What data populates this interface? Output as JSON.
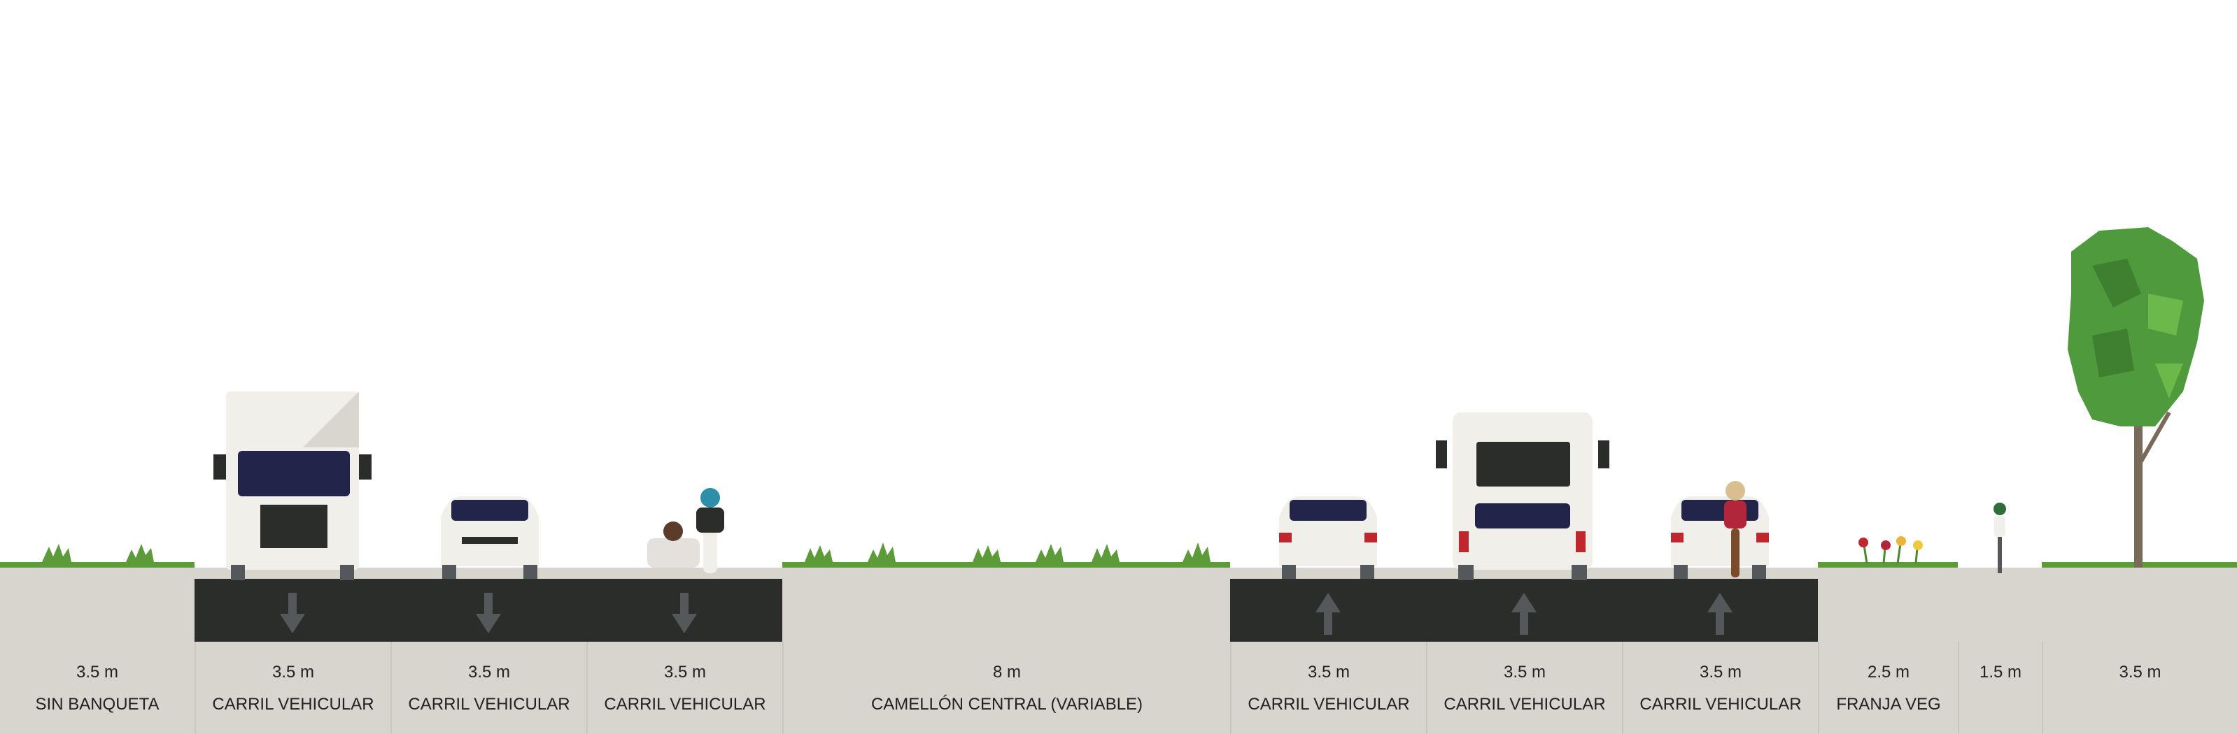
{
  "segments": [
    {
      "width": "3.5 m",
      "name": "SIN BANQUETA",
      "kind": "planting",
      "direction": ""
    },
    {
      "width": "3.5 m",
      "name": "CARRIL VEHICULAR",
      "kind": "lane",
      "direction": "down"
    },
    {
      "width": "3.5 m",
      "name": "CARRIL VEHICULAR",
      "kind": "lane",
      "direction": "down"
    },
    {
      "width": "3.5 m",
      "name": "CARRIL VEHICULAR",
      "kind": "lane",
      "direction": "down"
    },
    {
      "width": "8 m",
      "name": "CAMELLÓN CENTRAL (VARIABLE)",
      "kind": "planting",
      "direction": ""
    },
    {
      "width": "3.5 m",
      "name": "CARRIL VEHICULAR",
      "kind": "lane",
      "direction": "up"
    },
    {
      "width": "3.5 m",
      "name": "CARRIL VEHICULAR",
      "kind": "lane",
      "direction": "up"
    },
    {
      "width": "3.5 m",
      "name": "CARRIL VEHICULAR",
      "kind": "lane",
      "direction": "up"
    },
    {
      "width": "2.5 m",
      "name": "FRANJA VEG",
      "kind": "flowers",
      "direction": ""
    },
    {
      "width": "1.5 m",
      "name": "",
      "kind": "path",
      "direction": ""
    },
    {
      "width": "3.5 m",
      "name": "",
      "kind": "tree",
      "direction": ""
    }
  ],
  "colors": {
    "asphalt": "#2b2d2b",
    "ground": "#d8d5cf",
    "arrow": "#55585a",
    "grass": "#5c9a3a",
    "tree_foliage": "#4f9a3c",
    "tree_trunk": "#7a6a5a"
  }
}
